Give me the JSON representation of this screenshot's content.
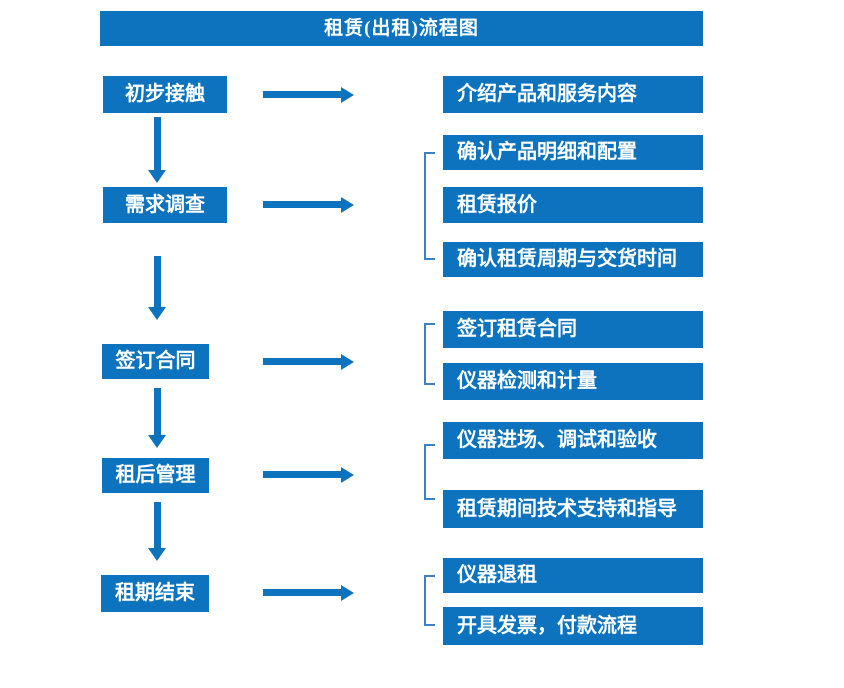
{
  "title": "租赁(出租)流程图",
  "colors": {
    "primary": "#0d73bf",
    "bracket": "#3c80c8",
    "box_text": "#ffffff",
    "background": "#ffffff"
  },
  "stages": [
    {
      "label": "初步接触",
      "details": [
        "介绍产品和服务内容"
      ]
    },
    {
      "label": "需求调查",
      "details": [
        "确认产品明细和配置",
        "租赁报价",
        "确认租赁周期与交货时间"
      ]
    },
    {
      "label": "签订合同",
      "details": [
        "签订租赁合同",
        "仪器检测和计量"
      ]
    },
    {
      "label": "租后管理",
      "details": [
        "仪器进场、调试和验收",
        "租赁期间技术支持和指导"
      ]
    },
    {
      "label": "租期结束",
      "details": [
        "仪器退租",
        "开具发票，付款流程"
      ]
    }
  ]
}
